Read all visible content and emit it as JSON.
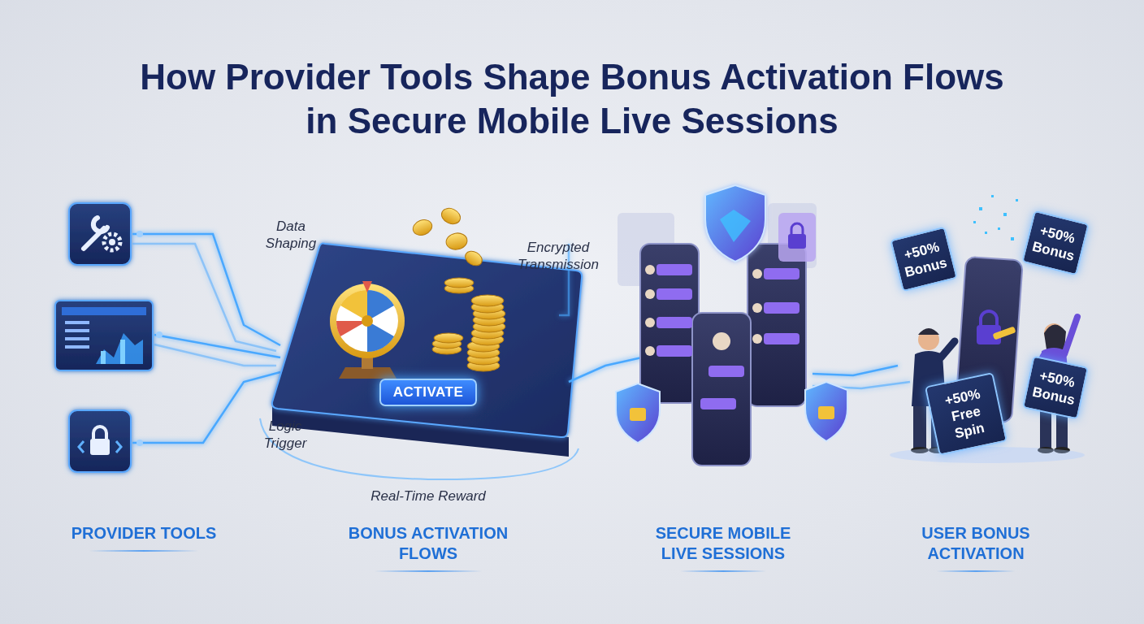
{
  "diagram": {
    "title": "How Provider Tools Shape Bonus Activation Flows in Secure Mobile Live Sessions",
    "nodes": [
      {
        "text": [
          "ACTIVATE"
        ]
      },
      {
        "text": [
          "+50% Bonus"
        ]
      },
      {
        "text": [
          "+50% Bonus"
        ]
      },
      {
        "text": [
          "+50% Free Spin"
        ]
      },
      {
        "text": [
          "+50% Bonus"
        ]
      }
    ],
    "labels": [
      "Data Shaping",
      "Encrypted Transmission",
      "Logic Trigger",
      "Real-Time Reward",
      "PROVIDER TOOLS",
      "BONUS ACTIVATION FLOWS",
      "SECURE MOBILE LIVE SESSIONS",
      "USER BONUS ACTIVATION"
    ]
  }
}
